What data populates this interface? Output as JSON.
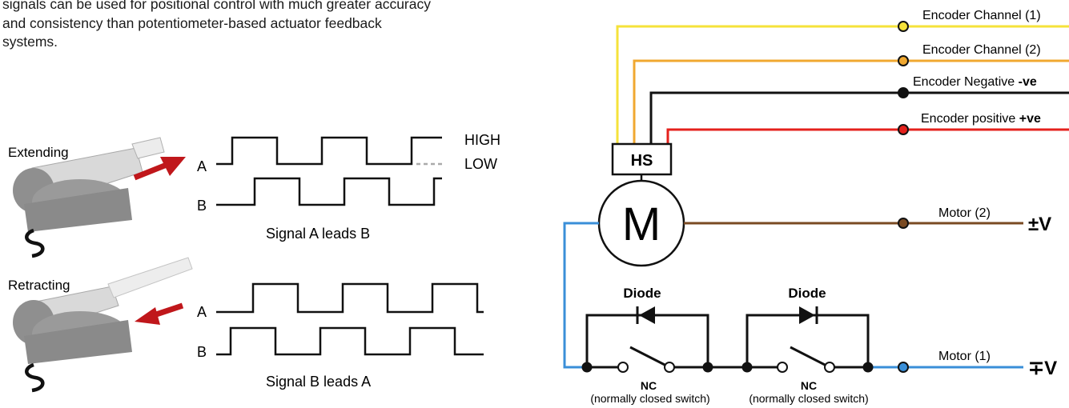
{
  "intro": {
    "lines": [
      "signals can be used for positional control with much greater accuracy",
      "and consistency than potentiometer-based actuator feedback",
      "systems."
    ]
  },
  "left_diagram": {
    "extending_label": "Extending",
    "retracting_label": "Retracting",
    "channel_a": "A",
    "channel_b": "B",
    "high_label": "HIGH",
    "low_label": "LOW",
    "caption_extending": "Signal A leads B",
    "caption_retracting": "Signal B leads A"
  },
  "wiring": {
    "hall_sensor": "HS",
    "motor": "M",
    "wires": [
      {
        "label": "Encoder Channel (1)",
        "color": "#f5e23a"
      },
      {
        "label": "Encoder Channel (2)",
        "color": "#f0a830"
      },
      {
        "label": "Encoder Negative",
        "suffix": "-ve",
        "color": "#111111"
      },
      {
        "label": "Encoder positive",
        "suffix": "+ve",
        "color": "#e4211c"
      },
      {
        "label": "Motor (2)",
        "color": "#7a4a22"
      },
      {
        "label": "Motor (1)",
        "color": "#3a8fd8"
      }
    ],
    "polarity_top": "±V",
    "polarity_bottom": "∓V",
    "diode_label": "Diode",
    "nc_label": "NC",
    "nc_desc": "(normally closed switch)"
  }
}
